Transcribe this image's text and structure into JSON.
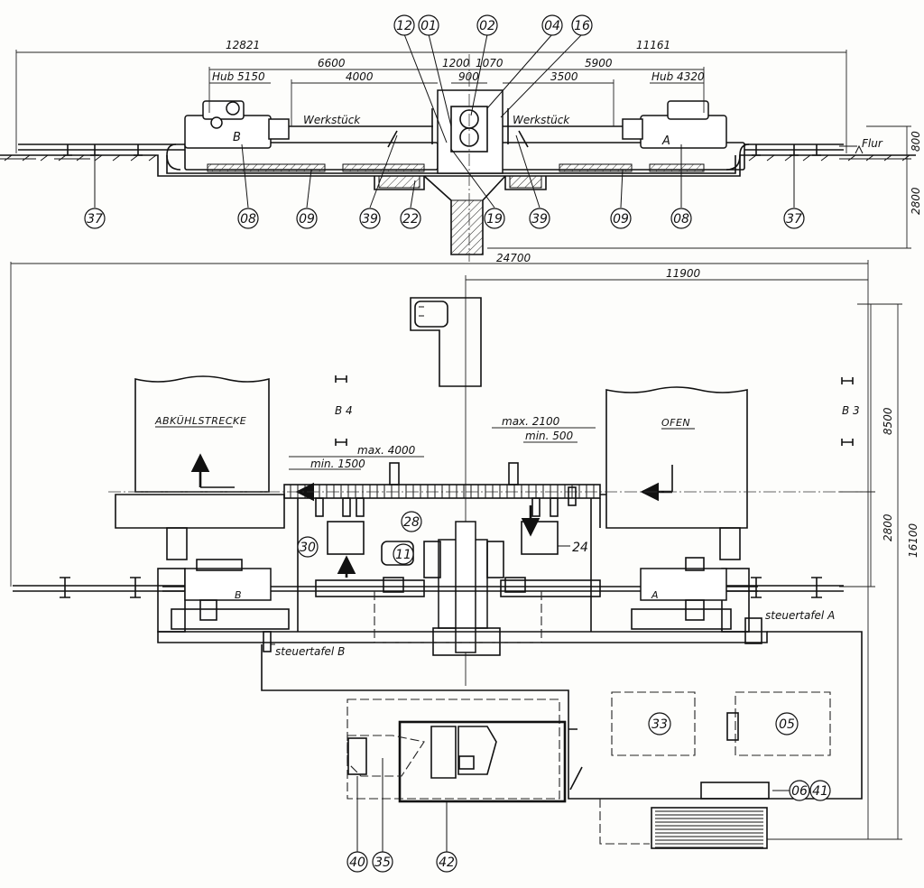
{
  "dimensions": {
    "total_left": "12821",
    "total_right": "11161",
    "d6600": "6600",
    "d1200": "1200",
    "d1070": "1070",
    "d5900": "5900",
    "hub_b": "Hub 5150",
    "hub_a": "Hub 4320",
    "d4000": "4000",
    "d900": "900",
    "d3500": "3500",
    "d800": "800",
    "d2800_section": "2800",
    "overall_width": "24700",
    "d11900": "11900",
    "d8500": "8500",
    "d2800_plan": "2800",
    "d16100": "16100",
    "max2100": "max. 2100",
    "min500": "min. 500",
    "max4000": "max. 4000",
    "min1500": "min. 1500"
  },
  "labels": {
    "werkstueck_left": "Werkstück",
    "werkstueck_right": "Werkstück",
    "flur": "Flur",
    "unit_b_section": "B",
    "unit_a_section": "A",
    "unit_b_plan": "B",
    "unit_a_plan": "A",
    "abkuehlstrecke": "ABKÜHLSTRECKE",
    "ofen": "OFEN",
    "b4": "B 4",
    "b3": "B 3",
    "steuertafel_a": "steuertafel A",
    "steuertafel_b": "steuertafel B"
  },
  "callouts": [
    "12",
    "01",
    "02",
    "04",
    "16",
    "37",
    "08",
    "09",
    "39",
    "22",
    "19",
    "39",
    "09",
    "08",
    "37",
    "28",
    "30",
    "11",
    "24",
    "33",
    "05",
    "06",
    "41",
    "40",
    "35",
    "42"
  ],
  "colors": {
    "ink": "#111111",
    "paper": "#fdfdfb"
  }
}
